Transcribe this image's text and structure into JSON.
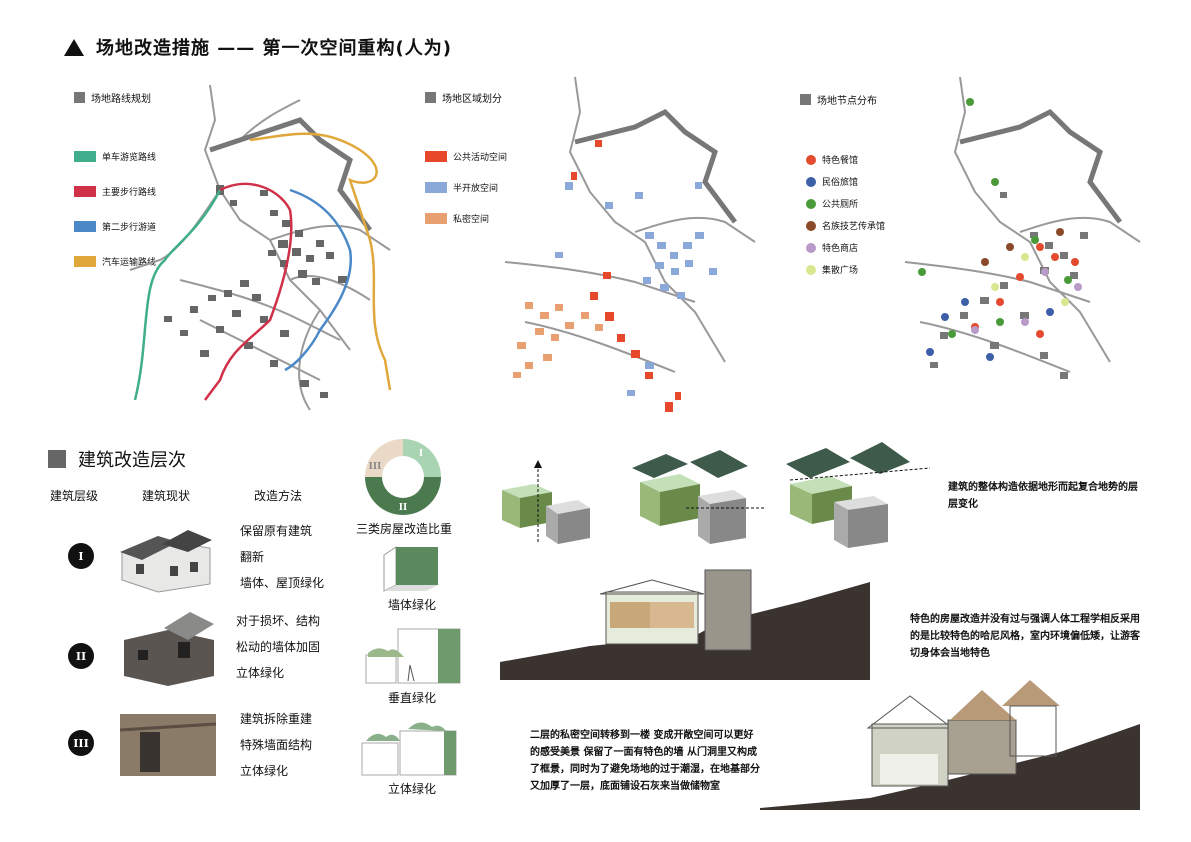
{
  "title": "场地改造措施  —— 第一次空间重构(人为)",
  "maps": {
    "routes": {
      "heading": "场地路线规划",
      "legend": [
        {
          "label": "单车游览路线",
          "color": "#3fae8a"
        },
        {
          "label": "主要步行路线",
          "color": "#d03048"
        },
        {
          "label": "第二步行游道",
          "color": "#4a88c8"
        },
        {
          "label": "汽车运输路线",
          "color": "#e0a83a"
        }
      ]
    },
    "zones": {
      "heading": "场地区域划分",
      "legend": [
        {
          "label": "公共活动空间",
          "color": "#e8482a"
        },
        {
          "label": "半开放空间",
          "color": "#8aa8d8"
        },
        {
          "label": "私密空间",
          "color": "#e8a070"
        }
      ]
    },
    "nodes": {
      "heading": "场地节点分布",
      "legend": [
        {
          "label": "特色餐馆",
          "color": "#e34a2e"
        },
        {
          "label": "民俗旅馆",
          "color": "#3d5fa8"
        },
        {
          "label": "公共厕所",
          "color": "#4a9a3a"
        },
        {
          "label": "名族技艺传承馆",
          "color": "#8a4a2a"
        },
        {
          "label": "特色商店",
          "color": "#b89ac8"
        },
        {
          "label": "集散广场",
          "color": "#d8e890"
        }
      ]
    }
  },
  "building": {
    "heading": "建筑改造层次",
    "col_level": "建筑层级",
    "col_status": "建筑现状",
    "col_method": "改造方法",
    "rows": [
      {
        "level": "I",
        "methods": [
          "保留原有建筑",
          "翻新",
          "墙体、屋顶绿化"
        ]
      },
      {
        "level": "II",
        "methods": [
          "对于损坏、结构",
          "松动的墙体加固",
          "立体绿化"
        ]
      },
      {
        "level": "III",
        "methods": [
          "建筑拆除重建",
          "特殊墙面结构",
          "立体绿化"
        ]
      }
    ],
    "donut": {
      "caption": "三类房屋改造比重",
      "segments": [
        {
          "label": "I",
          "value": 25,
          "color": "#a8d4b4"
        },
        {
          "label": "II",
          "value": 50,
          "color": "#4a7a4e"
        },
        {
          "label": "III",
          "value": 25,
          "color": "#ead9c6"
        }
      ]
    },
    "greening": [
      "墙体绿化",
      "垂直绿化",
      "立体绿化"
    ]
  },
  "notes": {
    "terrain": "建筑的整体构造依据地形而起复合地势的层层变化",
    "style": "特色的房屋改造并没有过与强调人体工程学相反采用的是比较特色的哈尼风格，室内环境偏低矮，让游客切身体会当地特色",
    "private": "二层的私密空间转移到一楼  变成开敞空间可以更好的感受美景  保留了一面有特色的墙  从门洞里又构成了框景，同时为了避免场地的过于潮湿，在地基部分又加厚了一层，底面铺设石灰来当做储物室"
  }
}
